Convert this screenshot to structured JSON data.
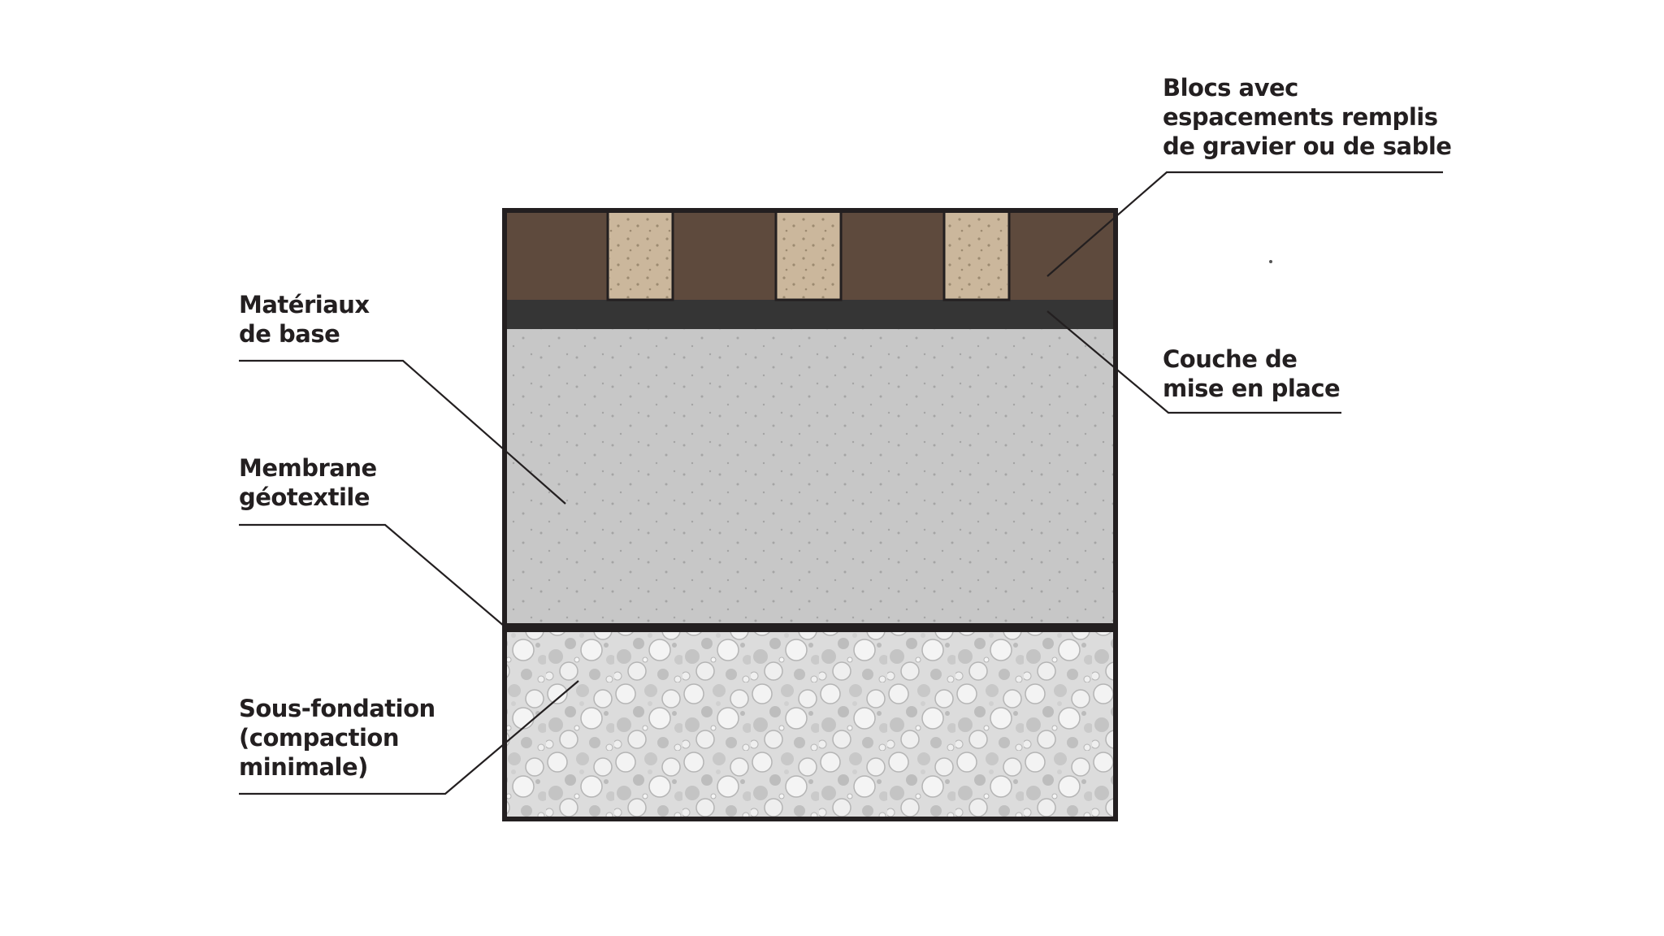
{
  "layers": {
    "blocks": {
      "label_lines": [
        "Blocs avec",
        "espacements remplis",
        "de gravier ou de sable"
      ],
      "color": "#5e4a3d"
    },
    "joint_fill": {
      "color": "#cbb79c"
    },
    "bedding": {
      "label_lines": [
        "Couche de",
        "mise en place"
      ],
      "color": "#353535"
    },
    "base": {
      "label_lines": [
        "Matériaux",
        "de base"
      ],
      "color": "#c7c7c7"
    },
    "membrane": {
      "label_lines": [
        "Membrane",
        "géotextile"
      ],
      "color": "#231f20"
    },
    "subgrade": {
      "label_lines": [
        "Sous-fondation",
        "(compaction",
        "minimale)"
      ],
      "color": "#e4e4e4"
    }
  },
  "outline_color": "#231f20",
  "leader_color": "#231f20"
}
